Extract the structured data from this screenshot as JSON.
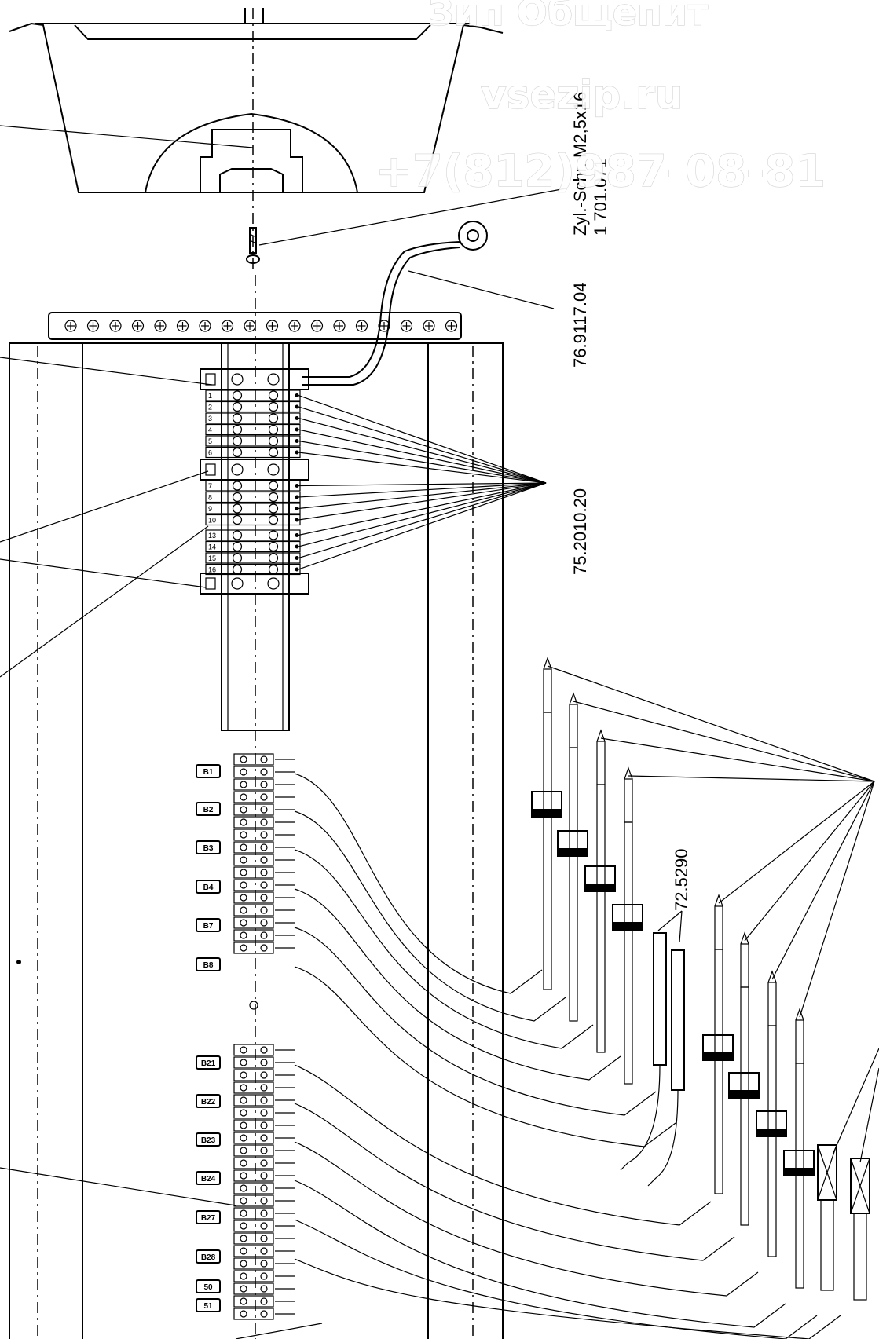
{
  "watermark": {
    "line1": "Зип Общепит",
    "line2": "vsezip.ru",
    "line3": "+7(812)987-08-81"
  },
  "part_numbers": {
    "screw": "Zyl.-Schr. M2,5x16",
    "screw_code": "1 701.071",
    "ground_wire": "76.9117.04",
    "terminal_bridge": "75.2010.20",
    "sensor": "72.5290"
  },
  "terminal_numbers": [
    "1",
    "2",
    "3",
    "4",
    "5",
    "6",
    "7",
    "8",
    "9",
    "10",
    "13",
    "14",
    "15",
    "16"
  ],
  "sensor_labels": [
    "B1",
    "B2",
    "B3",
    "B4",
    "B7",
    "B8",
    "B21",
    "B22",
    "B23",
    "B24",
    "B27",
    "B28",
    "50",
    "51"
  ]
}
